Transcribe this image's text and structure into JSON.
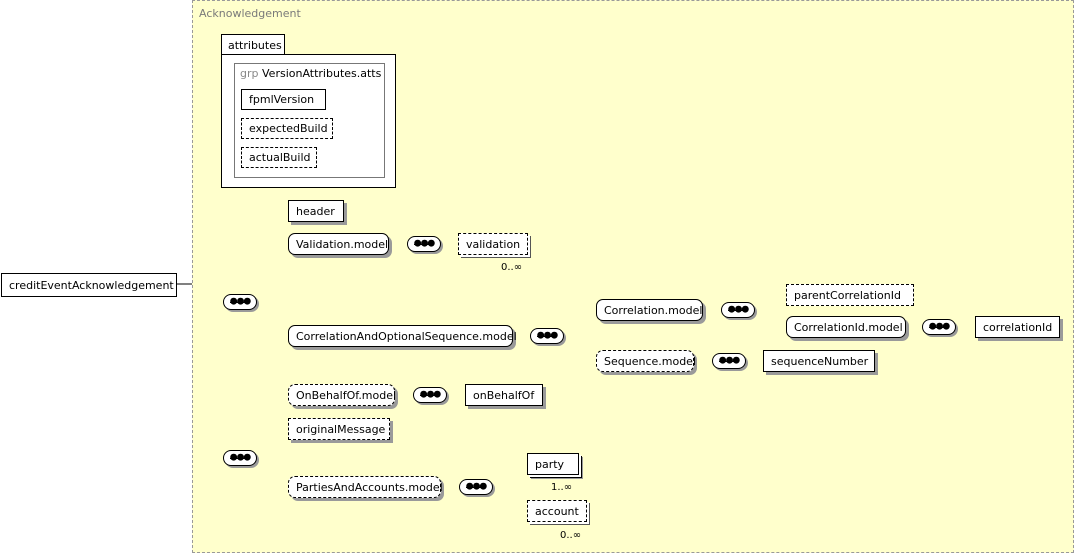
{
  "region_label": "Acknowledgement",
  "root": "creditEventAcknowledgement",
  "attributes": {
    "tab_label": "attributes",
    "group_kw": "grp",
    "group_name": "VersionAttributes.atts",
    "items": [
      "fpmlVersion",
      "expectedBuild",
      "actualBuild"
    ]
  },
  "elements": {
    "header": "header",
    "validation_model": "Validation.model",
    "validation": "validation",
    "validation_occ": "0..∞",
    "corr_opt_seq": "CorrelationAndOptionalSequence.model",
    "correlation_model": "Correlation.model",
    "parent_correlation_id": "parentCorrelationId",
    "correlation_id_model": "CorrelationId.model",
    "correlation_id": "correlationId",
    "sequence_model": "Sequence.model",
    "sequence_number": "sequenceNumber",
    "on_behalf_of_model": "OnBehalfOf.model",
    "on_behalf_of": "onBehalfOf",
    "original_message": "originalMessage",
    "parties_accounts": "PartiesAndAccounts.model",
    "party": "party",
    "party_occ": "1..∞",
    "account": "account",
    "account_occ": "0..∞"
  },
  "colors": {
    "region_fill": "#ffffcc",
    "border": "#000000",
    "shadow": "#9a9a9a"
  }
}
